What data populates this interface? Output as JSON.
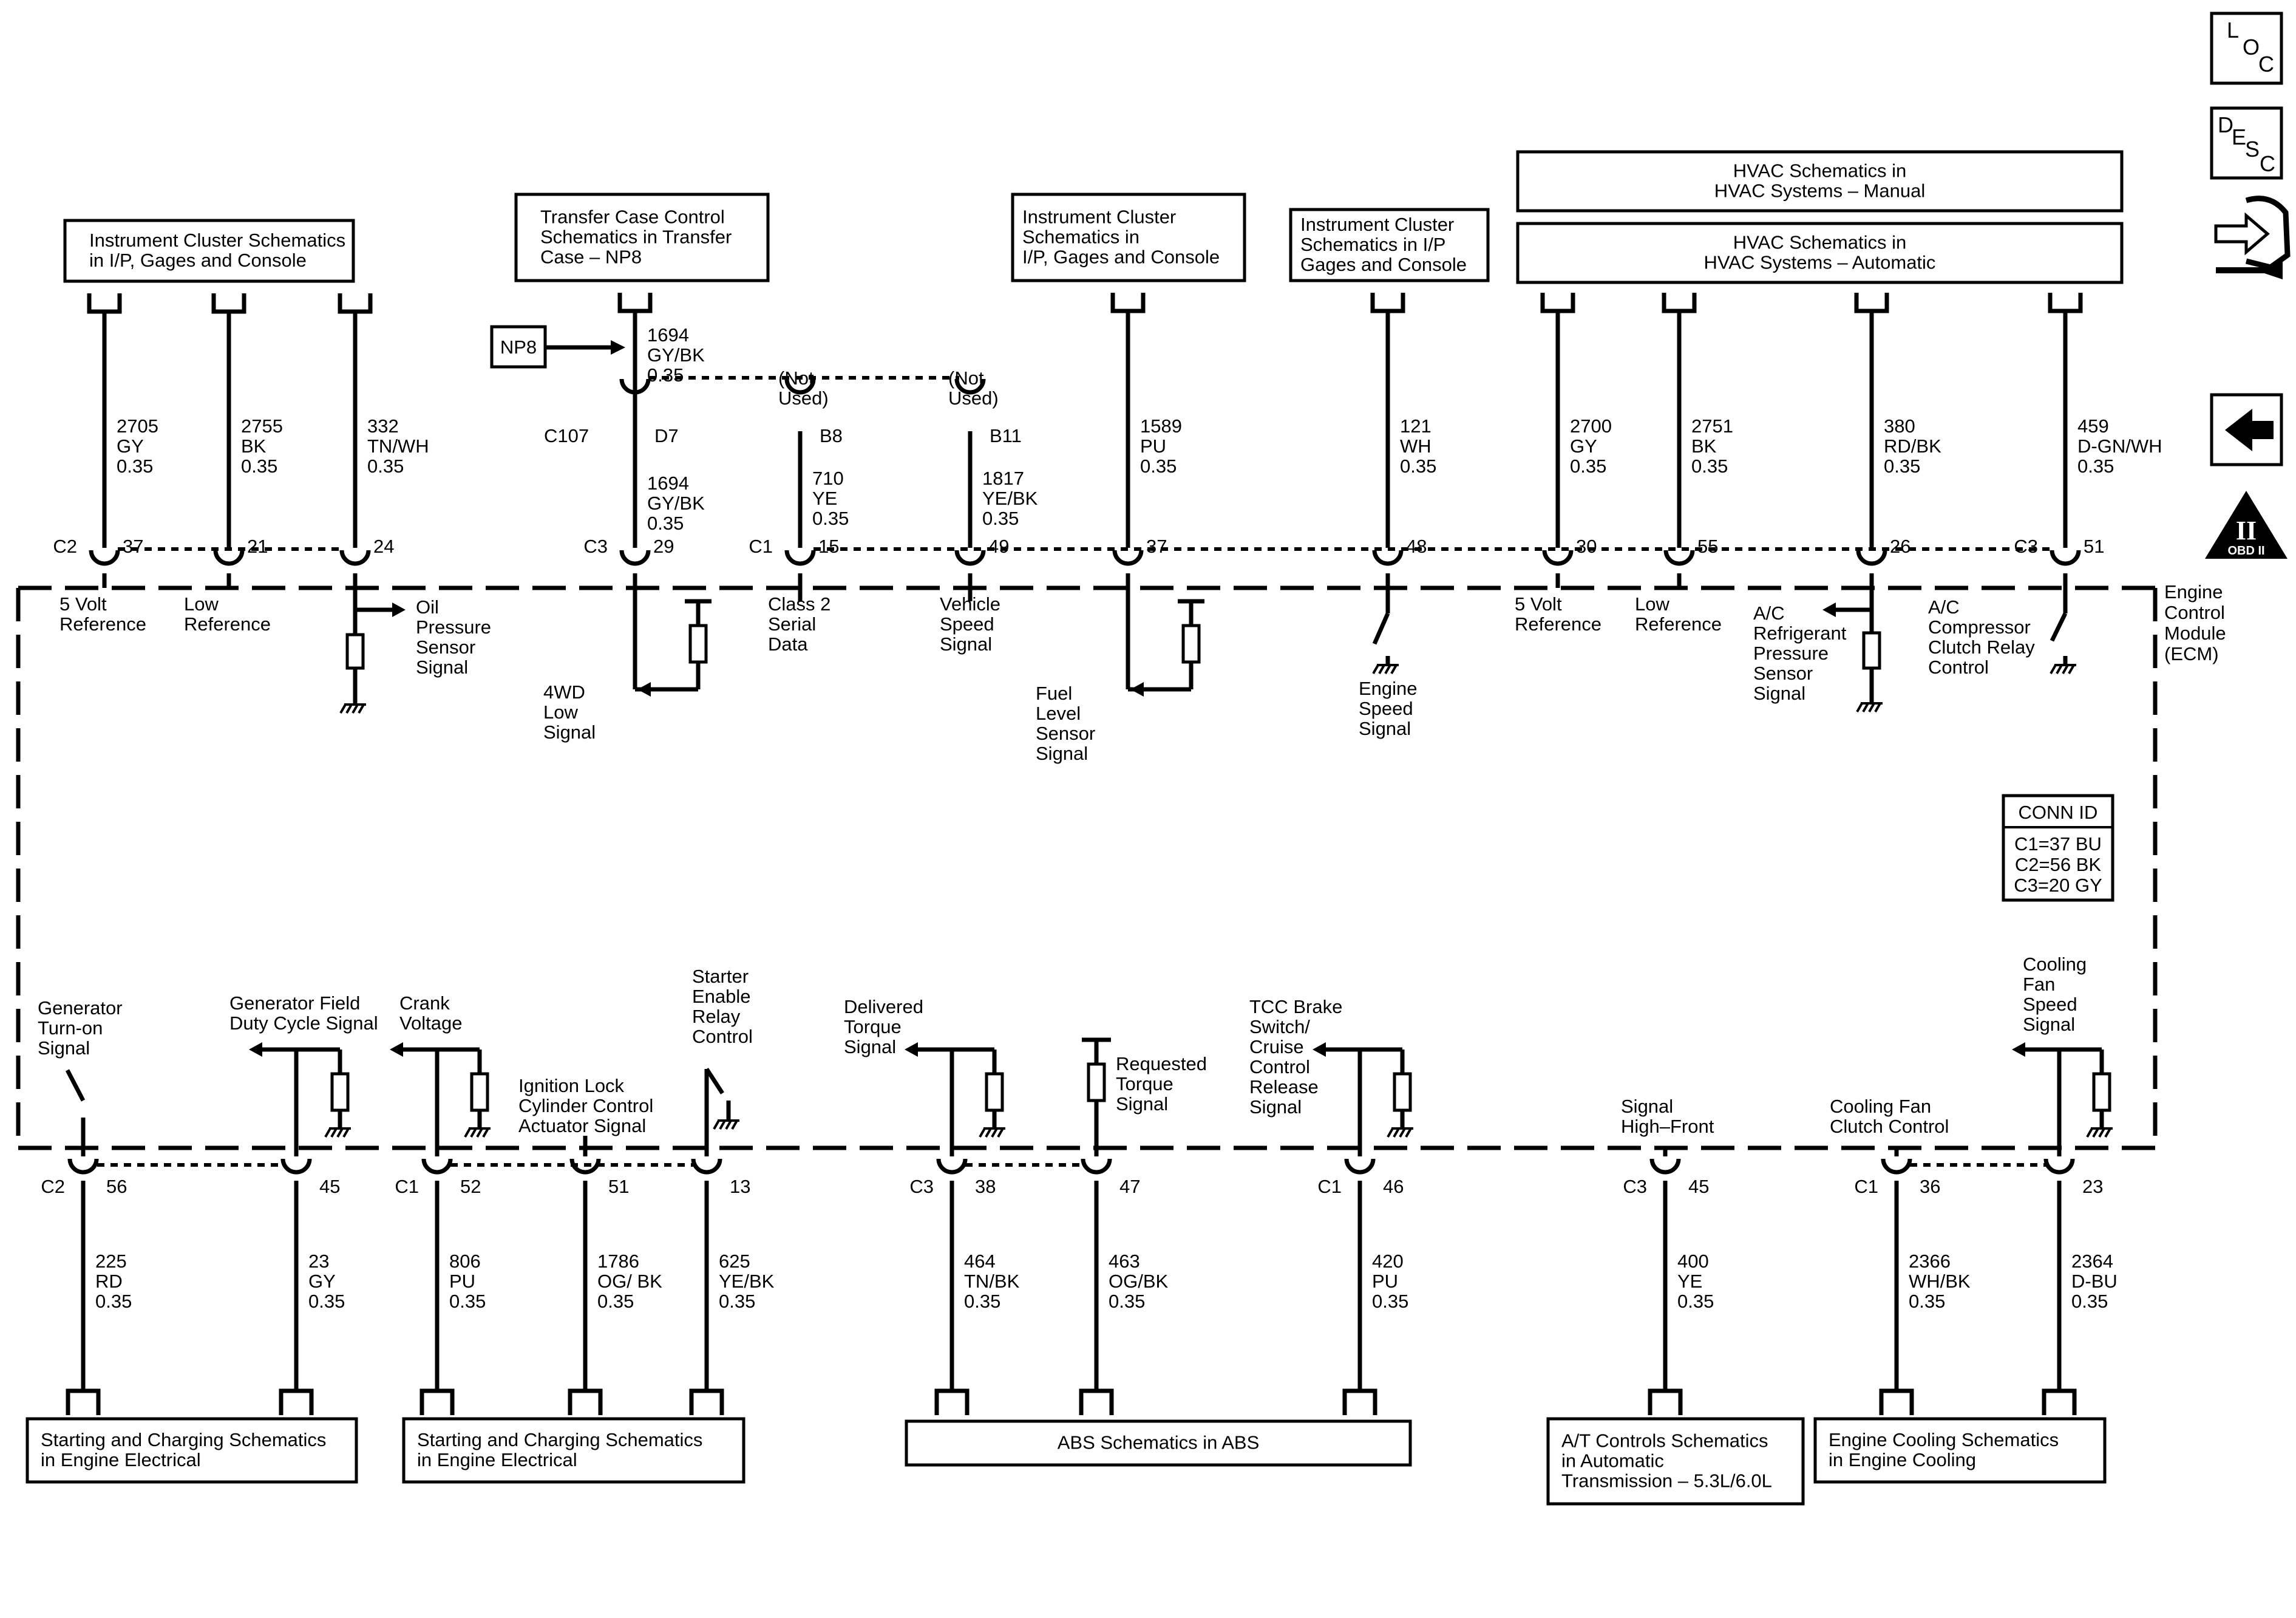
{
  "ecm_label": [
    "Engine",
    "Control",
    "Module",
    "(ECM)"
  ],
  "conn_id": {
    "title": "CONN ID",
    "lines": [
      "C1=37 BU",
      "C2=56 BK",
      "C3=20 GY"
    ]
  },
  "side_buttons": {
    "loc": [
      "L",
      "O",
      "C"
    ],
    "desc": [
      "D",
      "E",
      "S",
      "C"
    ],
    "obd": "OBD II",
    "obd_numeral": "II"
  },
  "np8_label": "NP8",
  "c107_label": "C107",
  "top_boxes": [
    {
      "id": "ic1",
      "lines": [
        "Instrument Cluster Schematics",
        "in I/P, Gages and Console"
      ]
    },
    {
      "id": "tcc",
      "lines": [
        "Transfer Case Control",
        "Schematics in Transfer",
        "Case – NP8"
      ]
    },
    {
      "id": "ic2",
      "lines": [
        "Instrument Cluster",
        "Schematics in",
        "I/P, Gages and Console"
      ]
    },
    {
      "id": "ic3",
      "lines": [
        "Instrument Cluster",
        "Schematics in I/P",
        "Gages and Console"
      ]
    },
    {
      "id": "hvacm",
      "lines": [
        "HVAC Schematics in",
        "HVAC Systems – Manual"
      ]
    },
    {
      "id": "hvaca",
      "lines": [
        "HVAC Schematics in",
        "HVAC Systems – Automatic"
      ]
    }
  ],
  "bottom_boxes": [
    {
      "id": "sc1",
      "lines": [
        "Starting and Charging Schematics",
        "in Engine Electrical"
      ]
    },
    {
      "id": "sc2",
      "lines": [
        "Starting and Charging Schematics",
        "in Engine Electrical"
      ]
    },
    {
      "id": "abs",
      "lines": [
        "ABS Schematics in ABS"
      ]
    },
    {
      "id": "atc",
      "lines": [
        "A/T Controls Schematics",
        "in Automatic",
        "Transmission – 5.3L/6.0L"
      ]
    },
    {
      "id": "ecs",
      "lines": [
        "Engine Cooling Schematics",
        "in Engine Cooling"
      ]
    }
  ],
  "top_wires": [
    {
      "conn": "C2",
      "pin": "37",
      "circuit": [
        "2705",
        "GY",
        "0.35"
      ],
      "signal": [
        "5 Volt",
        "Reference"
      ]
    },
    {
      "conn": "",
      "pin": "21",
      "circuit": [
        "2755",
        "BK",
        "0.35"
      ],
      "signal": [
        "Low",
        "Reference"
      ]
    },
    {
      "conn": "",
      "pin": "24",
      "circuit": [
        "332",
        "TN/WH",
        "0.35"
      ],
      "signal": [
        "Oil",
        "Pressure",
        "Sensor",
        "Signal"
      ]
    },
    {
      "conn": "C3",
      "pin": "29",
      "circuit_upper": [
        "1694",
        "GY/BK",
        "0.35"
      ],
      "upper_pin": "D7",
      "circuit": [
        "1694",
        "GY/BK",
        "0.35"
      ],
      "signal": [
        "4WD",
        "Low",
        "Signal"
      ]
    },
    {
      "conn": "C1",
      "pin": "15",
      "not_used": [
        "(Not",
        "Used)"
      ],
      "upper_pin": "B8",
      "circuit": [
        "710",
        "YE",
        "0.35"
      ],
      "signal": [
        "Class 2",
        "Serial",
        "Data"
      ]
    },
    {
      "conn": "",
      "pin": "49",
      "not_used": [
        "(Not",
        "Used)"
      ],
      "upper_pin": "B11",
      "circuit": [
        "1817",
        "YE/BK",
        "0.35"
      ],
      "signal": [
        "Vehicle",
        "Speed",
        "Signal"
      ]
    },
    {
      "conn": "",
      "pin": "37",
      "circuit": [
        "1589",
        "PU",
        "0.35"
      ],
      "signal": [
        "Fuel",
        "Level",
        "Sensor",
        "Signal"
      ]
    },
    {
      "conn": "",
      "pin": "48",
      "circuit": [
        "121",
        "WH",
        "0.35"
      ],
      "signal": [
        "Engine",
        "Speed",
        "Signal"
      ]
    },
    {
      "conn": "",
      "pin": "30",
      "circuit": [
        "2700",
        "GY",
        "0.35"
      ],
      "signal": [
        "5 Volt",
        "Reference"
      ]
    },
    {
      "conn": "",
      "pin": "55",
      "circuit": [
        "2751",
        "BK",
        "0.35"
      ],
      "signal": [
        "Low",
        "Reference"
      ]
    },
    {
      "conn": "",
      "pin": "26",
      "circuit": [
        "380",
        "RD/BK",
        "0.35"
      ],
      "signal": [
        "A/C",
        "Refrigerant",
        "Pressure",
        "Sensor",
        "Signal"
      ]
    },
    {
      "conn": "C3",
      "pin": "51",
      "circuit": [
        "459",
        "D-GN/WH",
        "0.35"
      ],
      "signal": [
        "A/C",
        "Compressor",
        "Clutch Relay",
        "Control"
      ]
    }
  ],
  "bottom_wires": [
    {
      "conn": "C2",
      "pin": "56",
      "circuit": [
        "225",
        "RD",
        "0.35"
      ],
      "signal": [
        "Generator",
        "Turn-on",
        "Signal"
      ]
    },
    {
      "conn": "",
      "pin": "45",
      "circuit": [
        "23",
        "GY",
        "0.35"
      ],
      "signal": [
        "Generator Field",
        "Duty Cycle Signal"
      ]
    },
    {
      "conn": "C1",
      "pin": "52",
      "circuit": [
        "806",
        "PU",
        "0.35"
      ],
      "signal": [
        "Crank",
        "Voltage"
      ]
    },
    {
      "conn": "",
      "pin": "51",
      "circuit": [
        "1786",
        "OG/ BK",
        "0.35"
      ],
      "signal": [
        "Ignition Lock",
        "Cylinder Control",
        "Actuator Signal"
      ]
    },
    {
      "conn": "",
      "pin": "13",
      "circuit": [
        "625",
        "YE/BK",
        "0.35"
      ],
      "signal": [
        "Starter",
        "Enable",
        "Relay",
        "Control"
      ]
    },
    {
      "conn": "C3",
      "pin": "38",
      "circuit": [
        "464",
        "TN/BK",
        "0.35"
      ],
      "signal": [
        "Delivered",
        "Torque",
        "Signal"
      ]
    },
    {
      "conn": "",
      "pin": "47",
      "circuit": [
        "463",
        "OG/BK",
        "0.35"
      ],
      "signal": [
        "Requested",
        "Torque",
        "Signal"
      ]
    },
    {
      "conn": "C1",
      "pin": "46",
      "circuit": [
        "420",
        "PU",
        "0.35"
      ],
      "signal": [
        "TCC Brake",
        "Switch/",
        "Cruise",
        "Control",
        "Release",
        "Signal"
      ]
    },
    {
      "conn": "C3",
      "pin": "45",
      "circuit": [
        "400",
        "YE",
        "0.35"
      ],
      "signal": [
        "Signal",
        "High–Front"
      ]
    },
    {
      "conn": "C1",
      "pin": "36",
      "circuit": [
        "2366",
        "WH/BK",
        "0.35"
      ],
      "signal": [
        "Cooling Fan",
        "Clutch Control"
      ]
    },
    {
      "conn": "",
      "pin": "23",
      "circuit": [
        "2364",
        "D-BU",
        "0.35"
      ],
      "signal": [
        "Cooling",
        "Fan",
        "Speed",
        "Signal"
      ]
    }
  ]
}
